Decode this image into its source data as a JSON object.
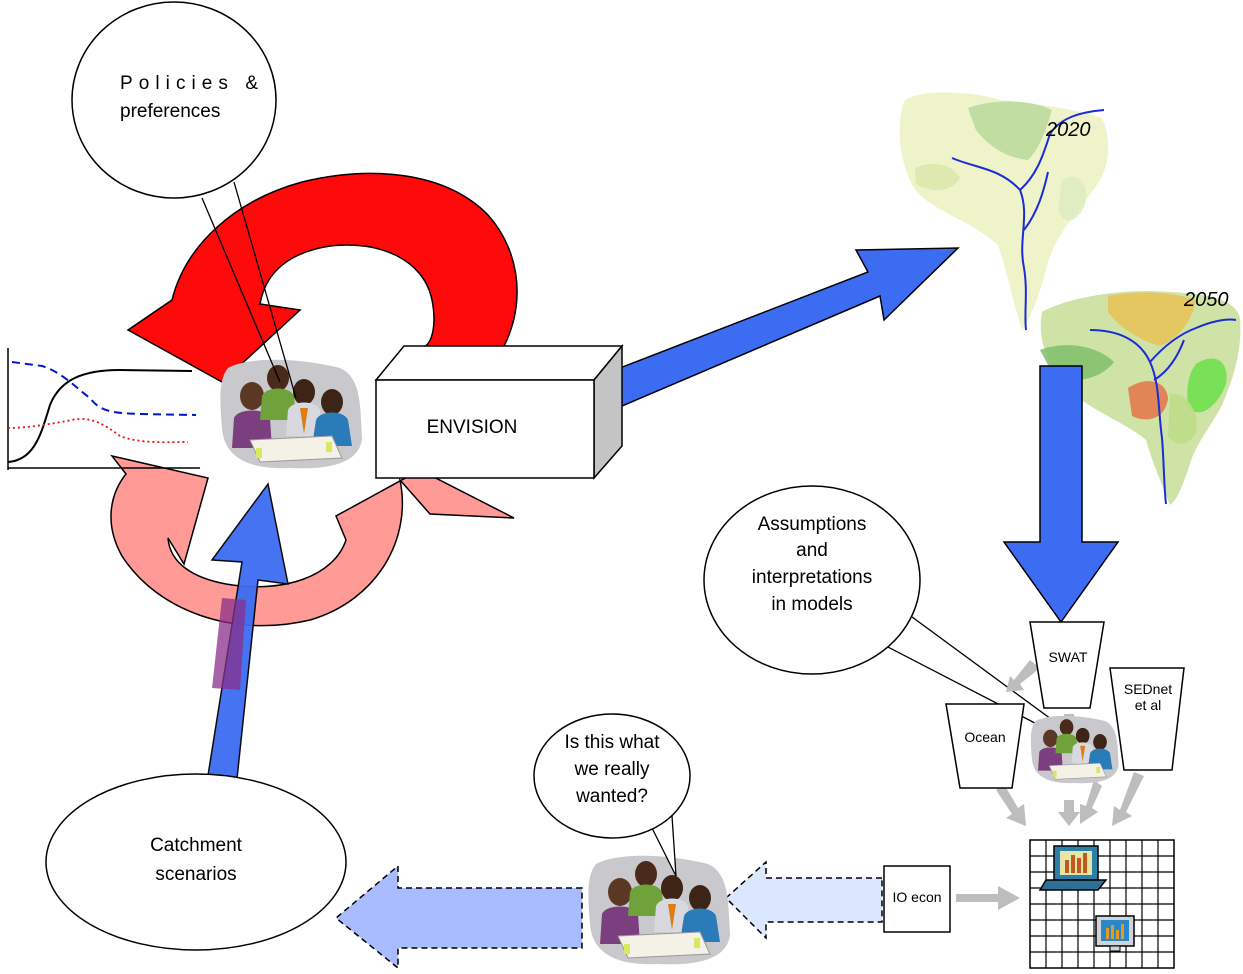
{
  "bubbles": {
    "policies": [
      "Policies &",
      "preferences"
    ],
    "assumptions": [
      "Assumptions",
      "and",
      "interpretations",
      "in models"
    ],
    "question": [
      "Is this what",
      "we really",
      "wanted?"
    ]
  },
  "catchment": [
    "Catchment",
    "scenarios"
  ],
  "envision": "ENVISION",
  "maps": {
    "year_a": "2020",
    "year_b": "2050"
  },
  "models": {
    "swat": "SWAT",
    "ocean": "Ocean",
    "sednet": [
      "SEDnet",
      "et al"
    ]
  },
  "io_econ": "IO econ",
  "colors": {
    "red_arrow": "#ff0a0a",
    "pink_arrow": "#ff9a96",
    "blue_arrow": "#3c6cf2",
    "light_blue_arrow": "#a8bcff",
    "pale_blue_arrow": "#dbe6ff",
    "grey_arrow": "#bdbdbd",
    "river": "#1c2bd8",
    "chart_dashed": "#0018c8",
    "chart_dotted": "#e81010"
  }
}
